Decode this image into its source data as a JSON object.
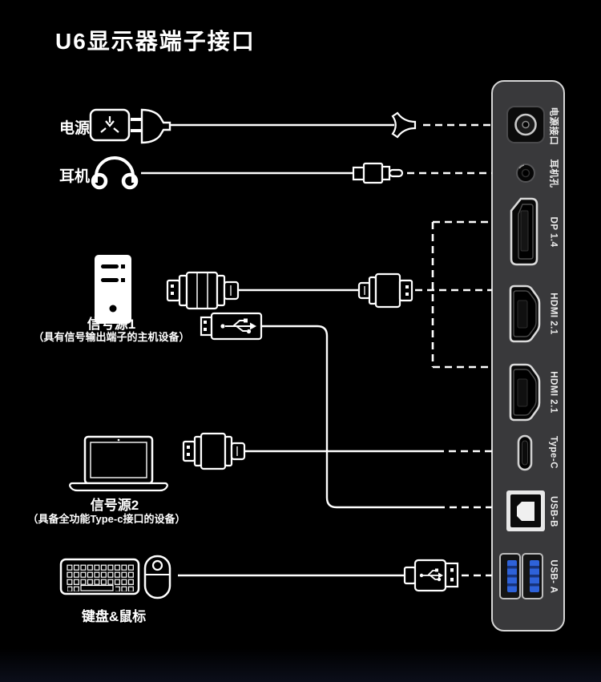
{
  "title": "U6显示器端子接口",
  "left": {
    "power": {
      "label": "电源"
    },
    "headphone": {
      "label": "耳机"
    },
    "source1": {
      "label": "信号源1",
      "subtitle": "（具有信号输出端子的主机设备）"
    },
    "source2": {
      "label": "信号源2",
      "subtitle": "（具备全功能Type-c接口的设备）"
    },
    "keyboard_mouse": {
      "label": "键盘&鼠标"
    }
  },
  "panel": {
    "ports": [
      {
        "id": "power",
        "label": "电源接口"
      },
      {
        "id": "headphone-jack",
        "label": "耳机孔"
      },
      {
        "id": "dp",
        "label": "DP 1.4"
      },
      {
        "id": "hdmi-1",
        "label": "HDMI 2.1"
      },
      {
        "id": "hdmi-2",
        "label": "HDMI 2.1"
      },
      {
        "id": "type-c",
        "label": "Type-C"
      },
      {
        "id": "usb-b",
        "label": "USB-B"
      },
      {
        "id": "usb-a",
        "label": "USB- A"
      }
    ]
  },
  "colors": {
    "background": "#000000",
    "panel": "#39393b",
    "line": "#ffffff",
    "usb_tongue": "#2e62d9"
  }
}
